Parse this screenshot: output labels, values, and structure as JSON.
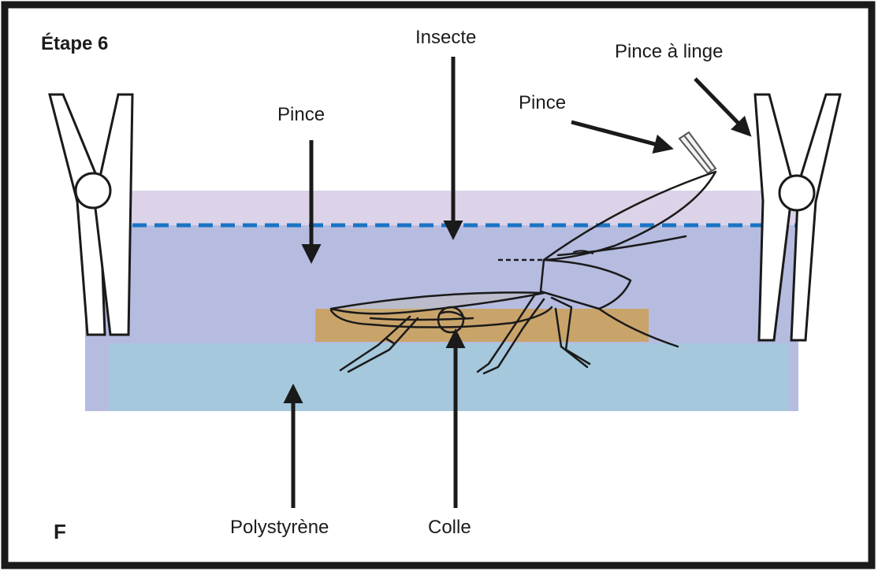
{
  "diagram": {
    "step_title": "Étape 6",
    "panel_letter": "F",
    "labels": {
      "insect": "Insecte",
      "clothespin": "Pince à linge",
      "forceps_left": "Pince",
      "forceps_right": "Pince",
      "polystyrene": "Polystyrène",
      "glue": "Colle"
    },
    "colors": {
      "frame": "#1a1a1a",
      "liquid_top": "#dcd3e8",
      "liquid": "#b6bce0",
      "polystyrene": "#a5c8dc",
      "glue": "#c9a46a",
      "level_line": "#1a74c4",
      "ink": "#1a1a1a"
    }
  }
}
